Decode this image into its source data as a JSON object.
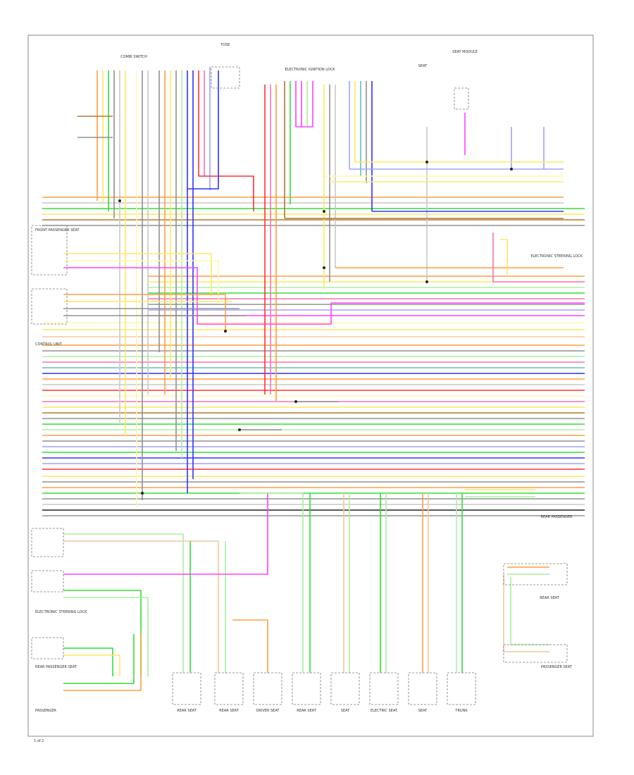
{
  "page_label": "1 of 2",
  "colors": {
    "orange": "#ff9f40",
    "green": "#33dd33",
    "lightgreen": "#a8f0a0",
    "yellow": "#ffe860",
    "paleyellow": "#fff7b0",
    "red": "#ff3030",
    "pink": "#ff70b0",
    "magenta": "#ff40ff",
    "blue": "#3030ff",
    "lightblue": "#a0a0ff",
    "brown": "#b07830",
    "tan": "#f0c8a0",
    "gray": "#909090",
    "lightgray": "#c8c8c8",
    "black": "#222222",
    "teal": "#60c0c0"
  },
  "components": {
    "left": [
      "FRONT PASSENGER SEAT",
      "CONTROL UNIT",
      "ELECTRONIC STEERING LOCK",
      "REAR PASSENGER SEAT",
      "PASSENGER"
    ],
    "top": [
      "COMBI SWITCH",
      "FUSE",
      "ELECTRONIC IGNITION LOCK",
      "SEAT",
      "SEAT MODULE"
    ],
    "right": [
      "ELECTRONIC STEERING LOCK",
      "REAR PASSENGER",
      "REAR SEAT",
      "PASSENGER SEAT"
    ],
    "bottom": [
      "REAR SEAT",
      "REAR SEAT",
      "DRIVER SEAT",
      "REAR SEAT",
      "SEAT",
      "ELECTRIC SEAT",
      "SEAT",
      "TRUNK"
    ]
  }
}
